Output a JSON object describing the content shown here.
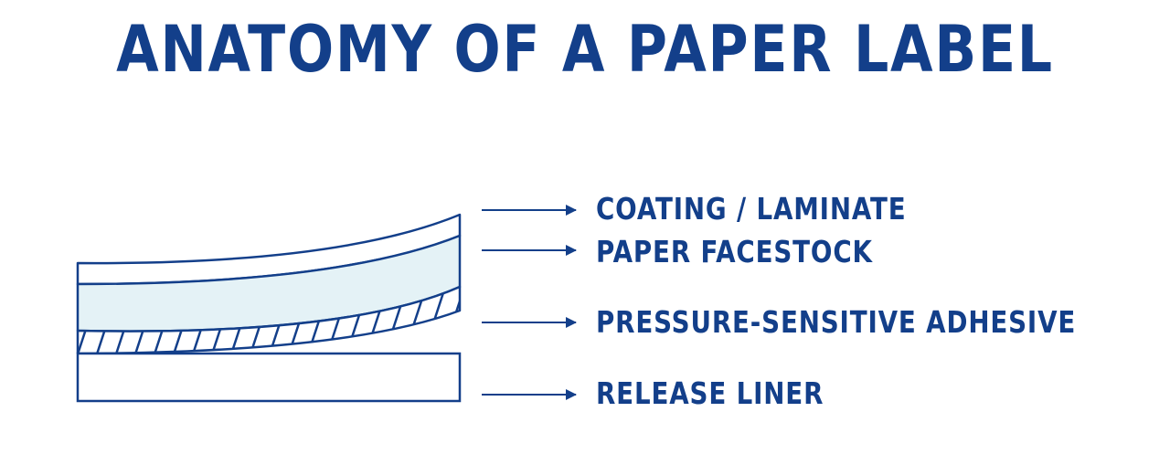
{
  "title": "ANATOMY OF A PAPER LABEL",
  "colors": {
    "primary": "#133f8a",
    "facestock_fill": "#e4f2f6",
    "background": "#ffffff"
  },
  "layers": [
    {
      "id": "coating",
      "label": "COATING / LAMINATE"
    },
    {
      "id": "facestock",
      "label": "PAPER FACESTOCK"
    },
    {
      "id": "adhesive",
      "label": "PRESSURE-SENSITIVE ADHESIVE"
    },
    {
      "id": "liner",
      "label": "RELEASE LINER"
    }
  ]
}
